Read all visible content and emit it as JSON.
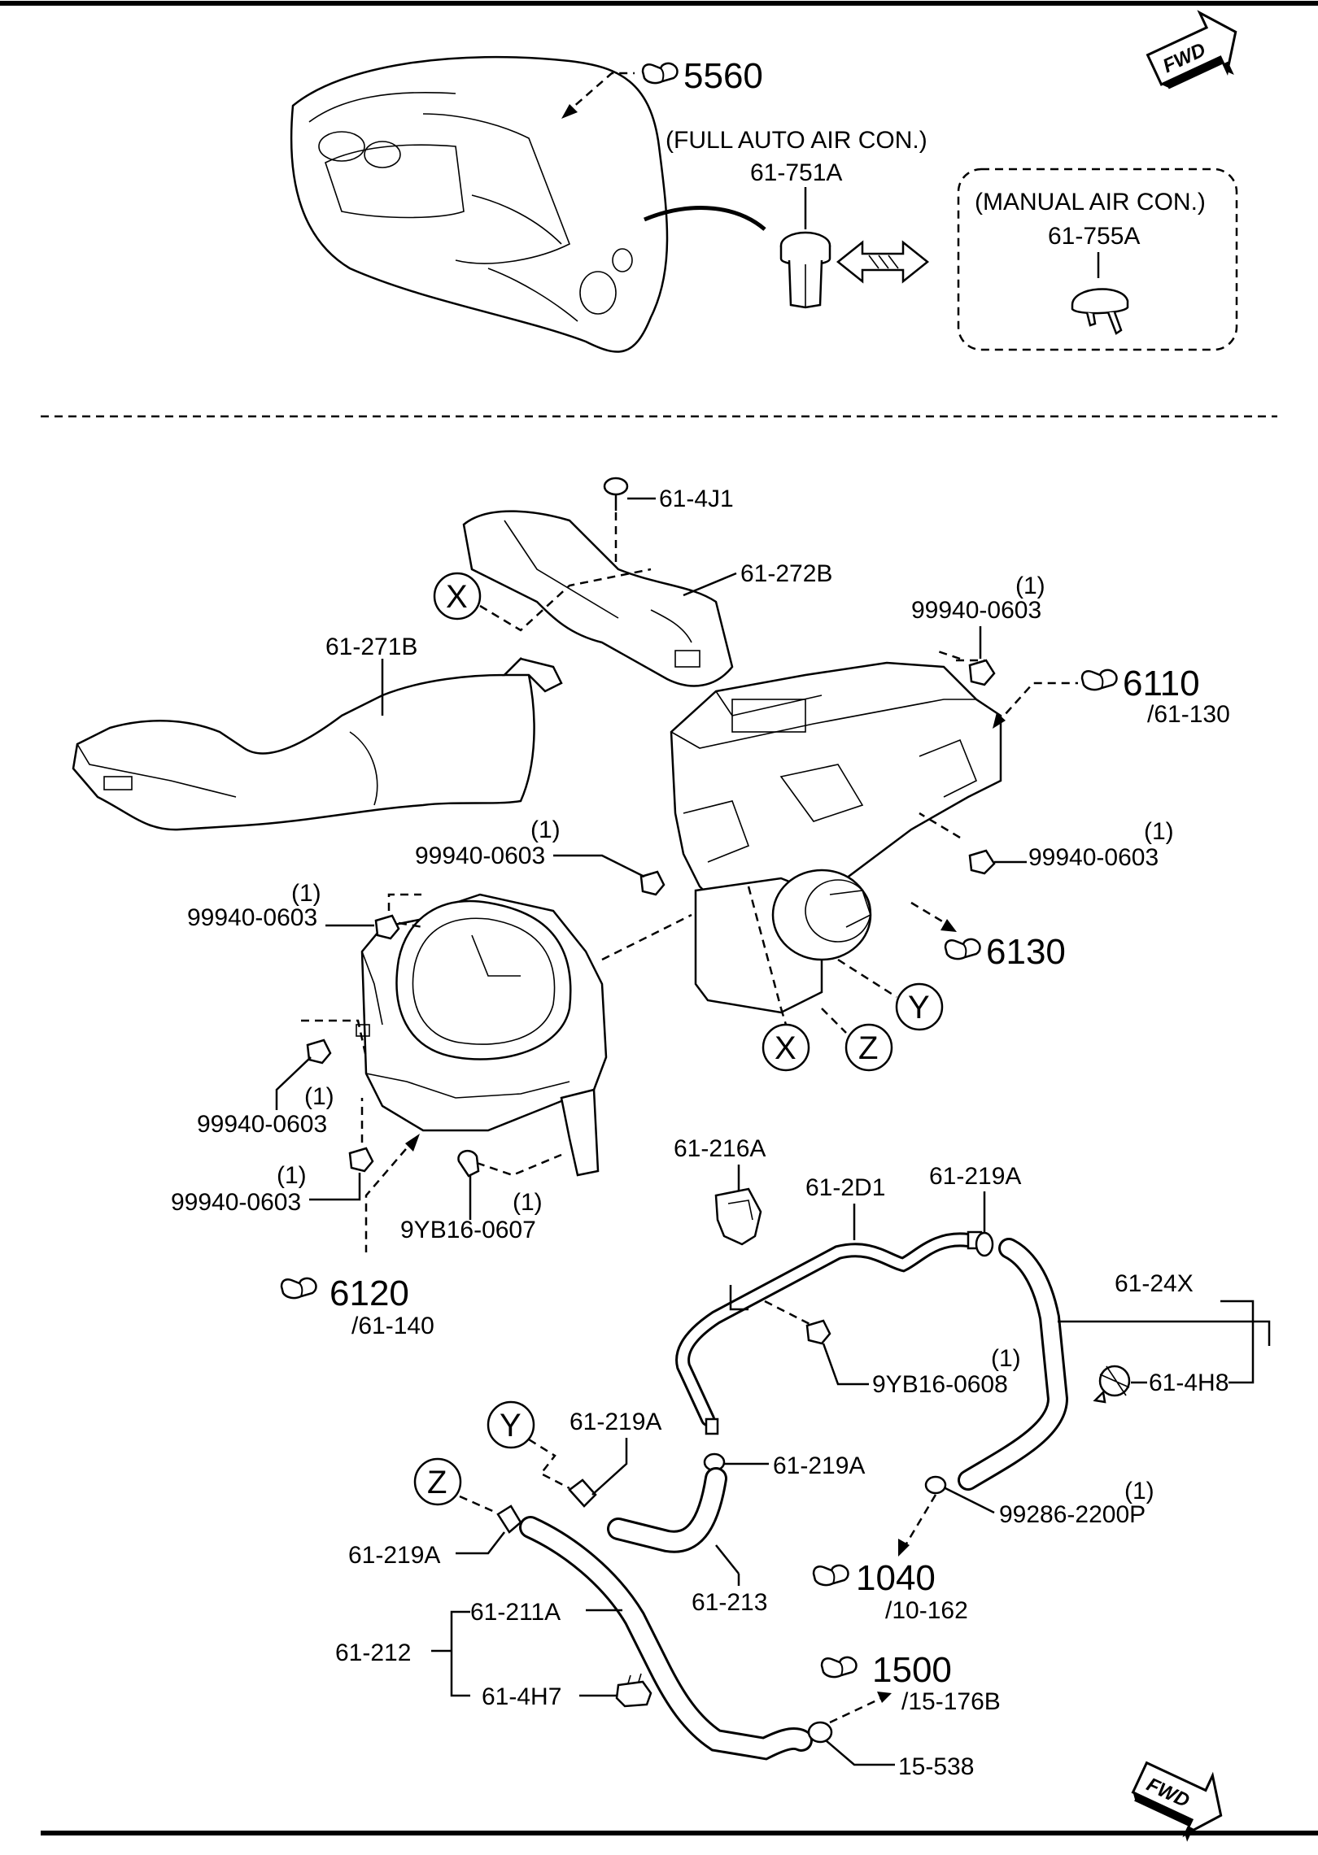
{
  "section_top": {
    "ref_5560": "5560",
    "full_auto_note": "(FULL AUTO AIR CON.)",
    "part_61_751A": "61-751A",
    "manual_note": "(MANUAL AIR CON.)",
    "part_61_755A": "61-755A",
    "fwd": "FWD"
  },
  "labels": {
    "p_61_4J1": "61-4J1",
    "p_61_272B": "61-272B",
    "circle_X_top": "X",
    "p_61_271B": "61-271B",
    "qty_a": "(1)",
    "p_99940_a": "99940-0603",
    "ref_6110": "6110",
    "ref_6110_sub": "/61-130",
    "qty_b": "(1)",
    "p_99940_b": "99940-0603",
    "qty_c": "(1)",
    "p_99940_c": "99940-0603",
    "qty_d": "(1)",
    "p_99940_d": "99940-0603",
    "ref_6130": "6130",
    "circle_Y": "Y",
    "circle_X": "X",
    "circle_Z": "Z",
    "qty_e": "(1)",
    "p_99940_e": "99940-0603",
    "qty_f": "(1)",
    "p_99940_f": "99940-0603",
    "qty_g": "(1)",
    "p_9YB16_0607": "9YB16-0607",
    "ref_6120": "6120",
    "ref_6120_sub": "/61-140",
    "p_61_216A": "61-216A",
    "p_61_2D1": "61-2D1",
    "p_61_219A_a": "61-219A",
    "p_61_24X": "61-24X",
    "p_61_4H8": "61-4H8",
    "qty_h": "(1)",
    "p_9YB16_0608": "9YB16-0608",
    "circle_Y2": "Y",
    "p_61_219A_b": "61-219A",
    "p_61_219A_c": "61-219A",
    "circle_Z2": "Z",
    "p_61_219A_d": "61-219A",
    "qty_i": "(1)",
    "p_99286": "99286-2200P",
    "p_61_213": "61-213",
    "ref_1040": "1040",
    "ref_1040_sub": "/10-162",
    "p_61_211A": "61-211A",
    "p_61_212": "61-212",
    "p_61_4H7": "61-4H7",
    "ref_1500": "1500",
    "ref_1500_sub": "/15-176B",
    "p_15_538": "15-538",
    "fwd_bottom": "FWD"
  },
  "icons": [
    "pointing-hand-icon",
    "fwd-arrow-icon",
    "double-arrow-icon"
  ]
}
